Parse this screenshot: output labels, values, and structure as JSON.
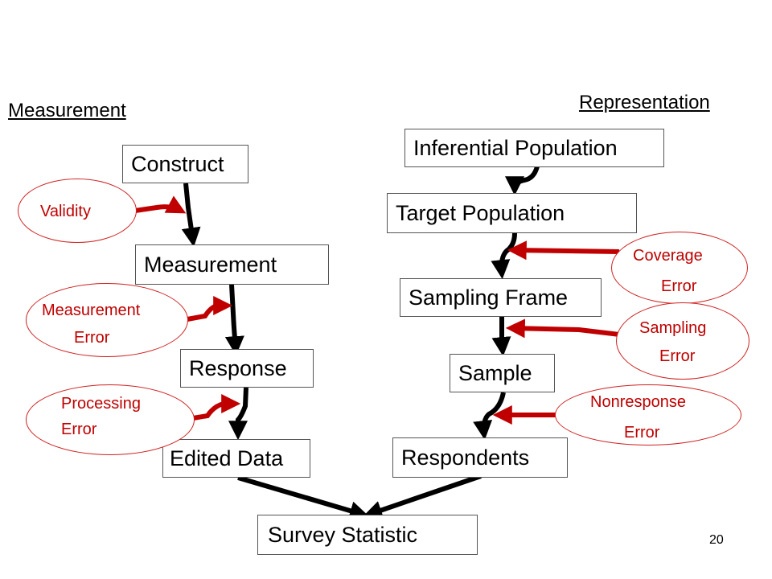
{
  "headings": {
    "measurement": "Measurement",
    "representation": "Representation"
  },
  "boxes": {
    "construct": "Construct",
    "measurement": "Measurement",
    "response": "Response",
    "edited_data": "Edited Data",
    "inferential_population": "Inferential Population",
    "target_population": "Target Population",
    "sampling_frame": "Sampling Frame",
    "sample": "Sample",
    "respondents": "Respondents",
    "survey_statistic": "Survey Statistic"
  },
  "errors": {
    "validity": "Validity",
    "measurement_error": [
      "Measurement",
      "Error"
    ],
    "processing_error": [
      "Processing",
      "Error"
    ],
    "coverage_error": [
      "Coverage",
      "Error"
    ],
    "sampling_error": [
      "Sampling",
      "Error"
    ],
    "nonresponse_error": [
      "Nonresponse",
      "Error"
    ]
  },
  "colors": {
    "error": "#c00000",
    "flow": "#000000"
  },
  "page_number": "20"
}
